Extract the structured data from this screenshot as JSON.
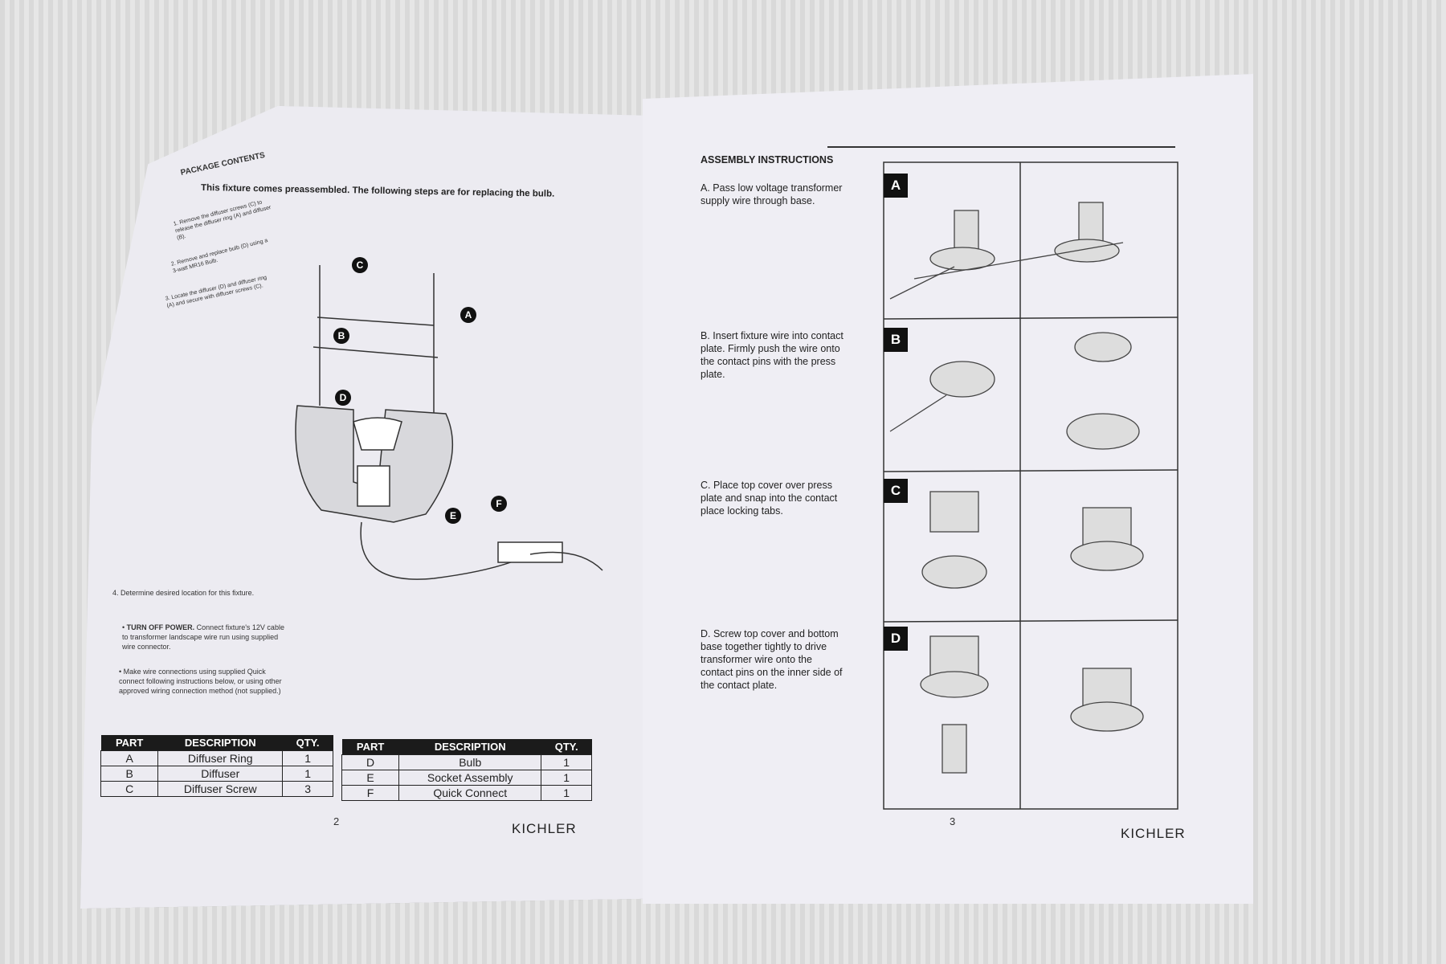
{
  "left_page": {
    "section_title": "PACKAGE CONTENTS",
    "intro": "This fixture comes preassembled. The following steps are for replacing the bulb.",
    "steps": [
      "1. Remove the diffuser screws (C) to release the diffuser ring (A) and diffuser (B).",
      "2. Remove and replace bulb (D) using a 3-watt MR16 Bulb.",
      "3. Locate the diffuser (D) and diffuser ring (A) and secure with diffuser screws (C).",
      "4. Determine desired location for this fixture."
    ],
    "bullet_1_bold": "TURN OFF POWER.",
    "bullet_1": "Connect fixture's 12V cable to transformer landscape wire run using supplied wire connector.",
    "bullet_2": "Make wire connections using supplied Quick connect following instructions below, or using other approved wiring connection method (not supplied.)",
    "diagram_labels": [
      "C",
      "A",
      "B",
      "D",
      "E",
      "F"
    ],
    "table_headers": [
      "PART",
      "DESCRIPTION",
      "QTY."
    ],
    "table_1": [
      [
        "A",
        "Diffuser Ring",
        "1"
      ],
      [
        "B",
        "Diffuser",
        "1"
      ],
      [
        "C",
        "Diffuser Screw",
        "3"
      ]
    ],
    "table_2": [
      [
        "D",
        "Bulb",
        "1"
      ],
      [
        "E",
        "Socket Assembly",
        "1"
      ],
      [
        "F",
        "Quick Connect",
        "1"
      ]
    ],
    "page_number": "2",
    "brand": "KICHLER"
  },
  "right_page": {
    "section_title": "ASSEMBLY INSTRUCTIONS",
    "steps": [
      {
        "label": "A",
        "text": "A. Pass low voltage transformer supply wire through base."
      },
      {
        "label": "B",
        "text": "B. Insert fixture wire into contact plate. Firmly push the wire onto the contact pins with the press plate."
      },
      {
        "label": "C",
        "text": "C. Place top cover over press plate and snap into the contact place locking tabs."
      },
      {
        "label": "D",
        "text": "D. Screw top cover and bottom base together tightly to drive transformer wire onto the contact pins on the inner side of the contact plate."
      }
    ],
    "page_number": "3",
    "brand": "KICHLER"
  }
}
